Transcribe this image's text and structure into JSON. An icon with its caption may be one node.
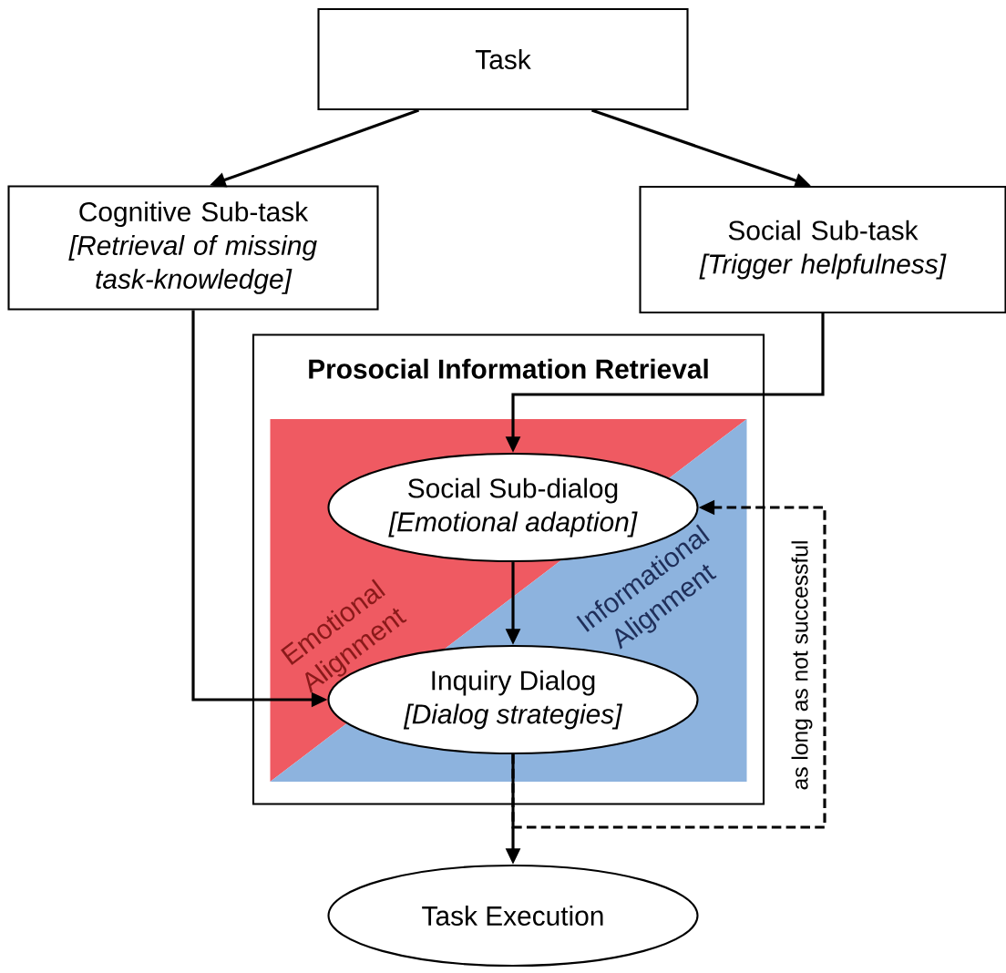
{
  "diagram": {
    "nodes": [
      {
        "text": [
          "Task"
        ]
      },
      {
        "text": [
          "Cognitive Sub-task",
          "[Retrieval of missing task-knowledge]"
        ]
      },
      {
        "text": [
          "Social Sub-task",
          "[Trigger helpfulness]"
        ]
      },
      {
        "text": [
          "Prosocial Information Retrieval"
        ]
      },
      {
        "text": [
          "Emotional Alignment",
          "Informational Alignment"
        ],
        "in": 3
      },
      {
        "text": [
          "Social Sub-dialog",
          "[Emotional adaption]"
        ],
        "in": 4
      },
      {
        "text": [
          "Inquiry Dialog",
          "[Dialog strategies]"
        ],
        "in": 4
      },
      {
        "text": [
          "Task Execution"
        ]
      }
    ],
    "edges": [
      {
        "from": 0,
        "to": 1,
        "arrow": "to"
      },
      {
        "from": 0,
        "to": 2,
        "arrow": "to"
      },
      {
        "from": 1,
        "to": 6,
        "arrow": "to"
      },
      {
        "from": 2,
        "to": 5,
        "arrow": "to"
      },
      {
        "from": 5,
        "to": 6,
        "arrow": "to"
      },
      {
        "from": 6,
        "to": 7,
        "arrow": "to"
      },
      {
        "from": 6,
        "to": 5,
        "arrow": "to",
        "style": "dashed",
        "label": "as long as  not successful"
      }
    ]
  }
}
